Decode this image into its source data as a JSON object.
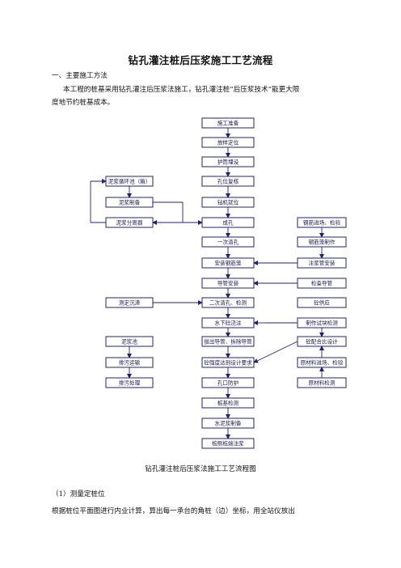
{
  "title": "钻孔灌注桩后压浆施工工艺流程",
  "section_heading": "一、主要施工方法",
  "intro_line1": "本工程的桩基采用钻孔灌注后压浆法施工，钻孔灌注桩“后压浆技术”能更大限",
  "intro_line2": "度地节约桩基成本。",
  "flow": {
    "center": [
      "施工准备",
      "放样定位",
      "护筒埋设",
      "孔位复核",
      "钻机就位",
      "成孔",
      "一次清孔",
      "安装钢筋笼",
      "导管安装",
      "二次清孔、检测",
      "水下砼浇注",
      "拔出导管、拆除导管",
      "砼强度达到设计要求",
      "孔口防护",
      "桩基检测",
      "水泥浆制备",
      "桩侧桩端注浆"
    ],
    "left": [
      "泥浆循环池（箱）",
      "泥浆制备",
      "泥浆分离器",
      "测定沉渣",
      "泥浆池",
      "排污运输",
      "排污处理"
    ],
    "right": [
      "钢筋进场、检验",
      "钢筋笼制作",
      "注浆管安装",
      "检查导管",
      "砼供应",
      "制作试块检测",
      "砼配合比设计",
      "原材料进场、检验",
      "原材料检测"
    ]
  },
  "caption": "钻孔灌注桩后压浆法施工工艺流程图",
  "step1_heading": "（1）测量定桩位",
  "step1_text": "根据桩位平面图进行内业计算，算出每一承台的角桩（边）坐标，用全站仪放出"
}
